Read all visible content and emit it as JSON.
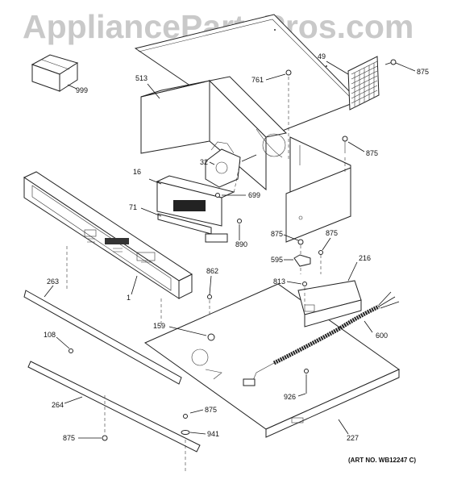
{
  "watermark": "AppliancePartsPros.com",
  "art_number": "(ART NO. WB12247 C)",
  "callouts": {
    "p999": "999",
    "p513": "513",
    "p761": "761",
    "p49": "49",
    "p875a": "875",
    "p875b": "875",
    "p32": "32",
    "p16": "16",
    "p699": "699",
    "p71": "71",
    "p890": "890",
    "p875c": "875",
    "p875d": "875",
    "p595": "595",
    "p216": "216",
    "p862": "862",
    "p1": "1",
    "p263": "263",
    "p813": "813",
    "p159": "159",
    "p600": "600",
    "p108": "108",
    "p926": "926",
    "p264": "264",
    "p875e": "875",
    "p941": "941",
    "p875f": "875",
    "p227": "227"
  }
}
